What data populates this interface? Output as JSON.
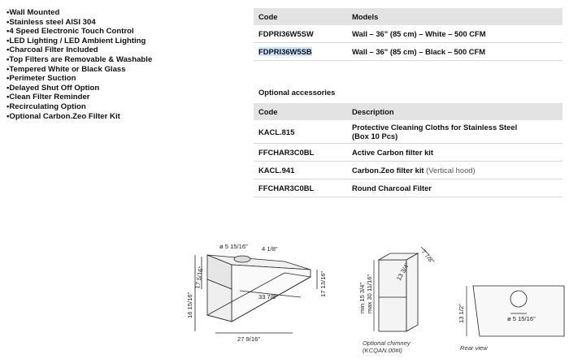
{
  "features": [
    "•Wall Mounted",
    "•Stainless steel AISI 304",
    "•4 Speed Electronic Touch Control",
    "•LED Lighting / LED Ambient Lighting",
    "•Charcoal Filter Included",
    "•Top Filters are Removable & Washable",
    "•Tempered White or Black Glass",
    "•Perimeter Suction",
    "•Delayed Shut Off Option",
    "•Clean Filter Reminder",
    "•Recirculating Option",
    "•Optional Carbon.Zeo Filter Kit"
  ],
  "models_table": {
    "headers": [
      "Code",
      "Models"
    ],
    "rows": [
      {
        "code": "FDPRI36W5SW",
        "model": "Wall – 36\" (85 cm) – White – 500 CFM"
      },
      {
        "code": "FDPRI36W5SB",
        "model": "Wall – 36\" (85 cm) – Black – 500 CFM"
      }
    ]
  },
  "accessories": {
    "title": "Optional accessories",
    "headers": [
      "Code",
      "Description"
    ],
    "rows": [
      {
        "code": "KACL.815",
        "desc": "Protective Cleaning Cloths for Stainless Steel",
        "desc2": "(Box 10 Pcs)"
      },
      {
        "code": "FFCHAR3C0BL",
        "desc": "Active Carbon filter kit",
        "note": ""
      },
      {
        "code": "KACL.941",
        "desc": "Carbon.Zeo filter kit",
        "note": "(Vertical hood)"
      },
      {
        "code": "FFCHAR3C0BL",
        "desc": "Round Charcoal Filter",
        "note": ""
      }
    ]
  },
  "dims": {
    "hood": {
      "d1": "ø 5 15/16\"",
      "d2": "4 1/8\"",
      "d3": "17 5/16\"",
      "d4": "17 13/16\"",
      "d5": "33 7/8\"",
      "d6": "16 15/16\"",
      "d7": "27 9/16\""
    },
    "chimney": {
      "d1": "7 7/8\"",
      "d2": "13 3/4\"",
      "d3": "min 15 3/4\"",
      "d4": "max 30 11/16\""
    },
    "rear": {
      "d1": "13 1/2\"",
      "d2": "ø 5 15/16\""
    }
  },
  "captions": {
    "chimney_1": "Optional chimney",
    "chimney_2": "(KCQAN.00#I)",
    "rear": "Rear view"
  }
}
